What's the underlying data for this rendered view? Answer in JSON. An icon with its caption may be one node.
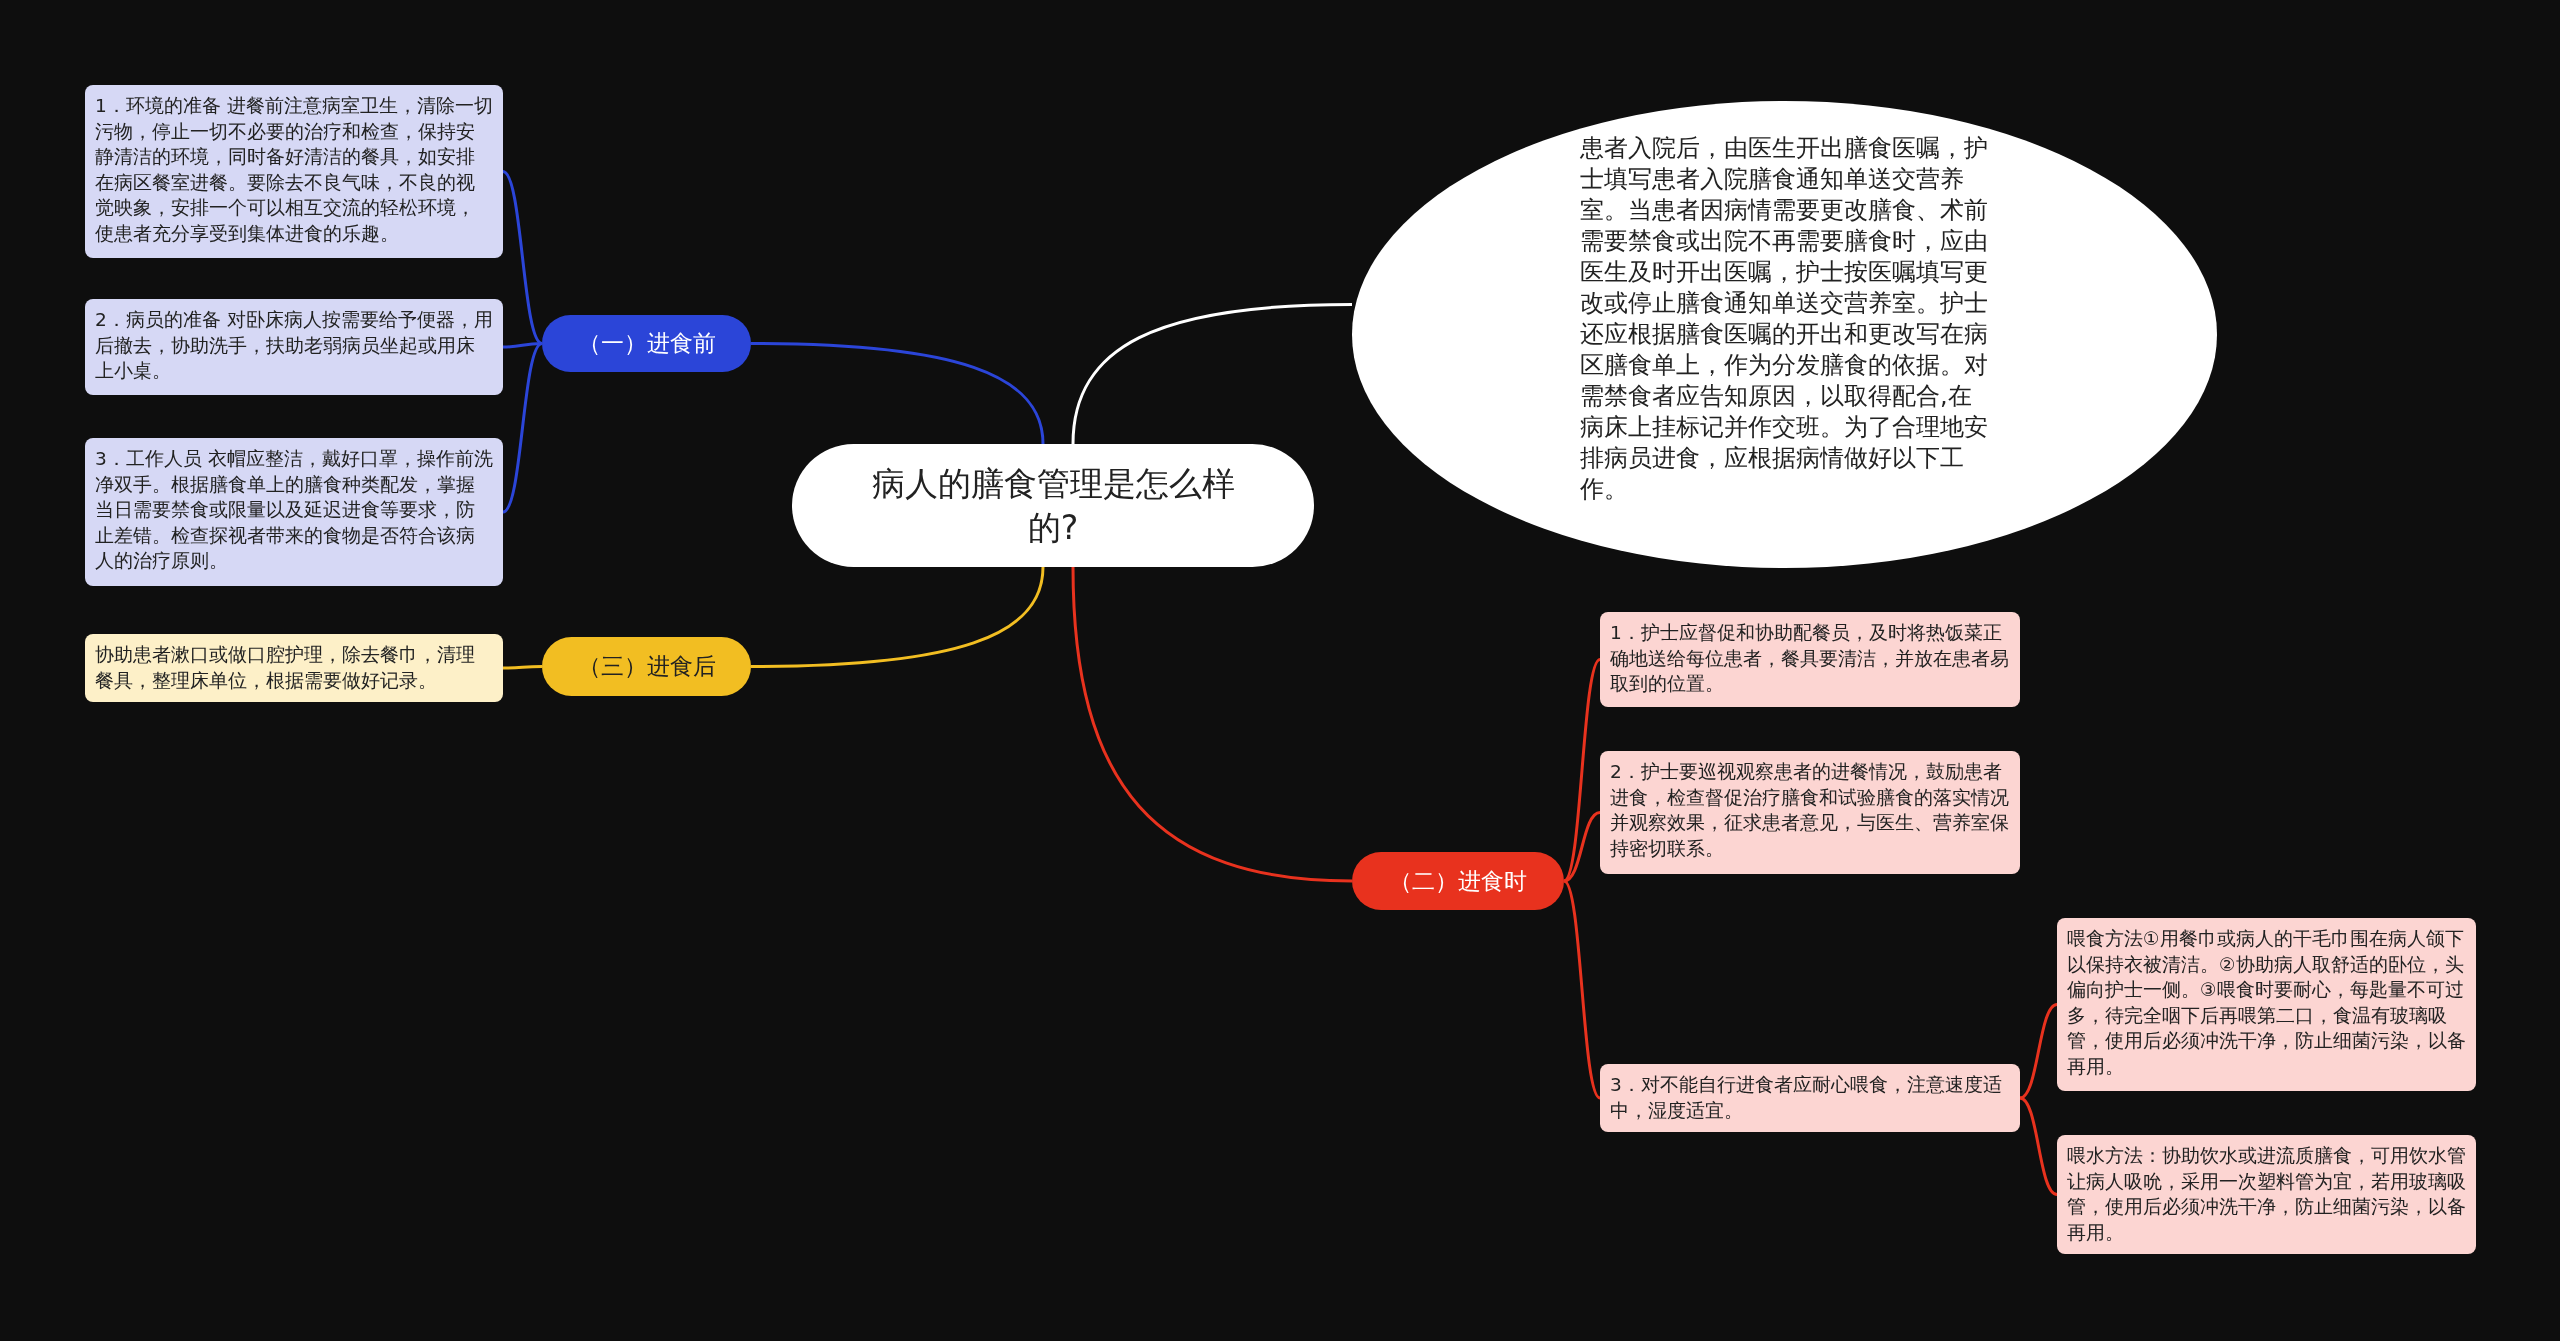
{
  "diagram": {
    "nodes": [
      {
        "text": [
          "病人的膳食管理是怎么样的?"
        ]
      },
      {
        "text": [
          "患者入院后，由医生开出膳食医嘱，护士填写患者入院膳食通知单送交营养室。当患者因病情需要更改膳食、术前需要禁食或出院不再需要膳食时，应由医生及时开出医嘱，护士按医嘱填写更改或停止膳食通知单送交营养室。护士还应根据膳食医嘱的开出和更改写在病区膳食单上，作为分发膳食的依据。对需禁食者应告知原因，以取得配合,在病床上挂标记并作交班。为了合理地安排病员进食，应根据病情做好以下工作。"
        ]
      },
      {
        "text": [
          "（一）进食前"
        ]
      },
      {
        "text": [
          "1．环境的准备 进餐前注意病室卫生，清除一切污物，停止一切不必要的治疗和检查，保持安静清洁的环境，同时备好清洁的餐具，如安排在病区餐室进餐。要除去不良气味，不良的视觉映象，安排一个可以相互交流的轻松环境，使患者充分享受到集体进食的乐趣。"
        ]
      },
      {
        "text": [
          "2．病员的准备 对卧床病人按需要给予便器，用后撤去，协助洗手，扶助老弱病员坐起或用床上小桌。"
        ]
      },
      {
        "text": [
          "3．工作人员 衣帽应整洁，戴好口罩，操作前洗净双手。根据膳食单上的膳食种类配发，掌握当日需要禁食或限量以及延迟进食等要求，防止差错。检查探视者带来的食物是否符合该病人的治疗原则。"
        ]
      },
      {
        "text": [
          "（二）进食时"
        ]
      },
      {
        "text": [
          "1．护士应督促和协助配餐员，及时将热饭菜正确地送给每位患者，餐具要清洁，并放在患者易取到的位置。"
        ]
      },
      {
        "text": [
          "2．护士要巡视观察患者的进餐情况，鼓励患者进食，检查督促治疗膳食和试验膳食的落实情况并观察效果，征求患者意见，与医生、营养室保持密切联系。"
        ]
      },
      {
        "text": [
          "3．对不能自行进食者应耐心喂食，注意速度适中，湿度适宜。"
        ]
      },
      {
        "text": [
          "喂食方法①用餐巾或病人的干毛巾围在病人颌下以保持衣被清洁。②协助病人取舒适的卧位，头偏向护士一侧。③喂食时要耐心，每匙量不可过多，待完全咽下后再喂第二口，食温有玻璃吸管，使用后必须冲洗干净，防止细菌污染，以备再用。"
        ]
      },
      {
        "text": [
          "喂水方法：协助饮水或进流质膳食，可用饮水管让病人吸吮，采用一次塑料管为宜，若用玻璃吸管，使用后必须冲洗干净，防止细菌污染，以备再用。"
        ]
      },
      {
        "text": [
          "（三）进食后"
        ]
      },
      {
        "text": [
          "协助患者漱口或做口腔护理，除去餐巾，清理餐具，整理床单位，根据需要做好记录。"
        ]
      }
    ],
    "edges": [
      {
        "from": 0,
        "to": 1,
        "arrow": "none",
        "color": "#ffffff"
      },
      {
        "from": 0,
        "to": 2,
        "arrow": "none",
        "color": "#2b45d8"
      },
      {
        "from": 2,
        "to": 3,
        "arrow": "none",
        "color": "#2b45d8"
      },
      {
        "from": 2,
        "to": 4,
        "arrow": "none",
        "color": "#2b45d8"
      },
      {
        "from": 2,
        "to": 5,
        "arrow": "none",
        "color": "#2b45d8"
      },
      {
        "from": 0,
        "to": 6,
        "arrow": "none",
        "color": "#e8321e"
      },
      {
        "from": 6,
        "to": 7,
        "arrow": "none",
        "color": "#e8321e"
      },
      {
        "from": 6,
        "to": 8,
        "arrow": "none",
        "color": "#e8321e"
      },
      {
        "from": 6,
        "to": 9,
        "arrow": "none",
        "color": "#e8321e"
      },
      {
        "from": 9,
        "to": 10,
        "arrow": "none",
        "color": "#e8321e"
      },
      {
        "from": 9,
        "to": 11,
        "arrow": "none",
        "color": "#e8321e"
      },
      {
        "from": 0,
        "to": 12,
        "arrow": "none",
        "color": "#f2be22"
      },
      {
        "from": 12,
        "to": 13,
        "arrow": "none",
        "color": "#f2be22"
      }
    ]
  }
}
